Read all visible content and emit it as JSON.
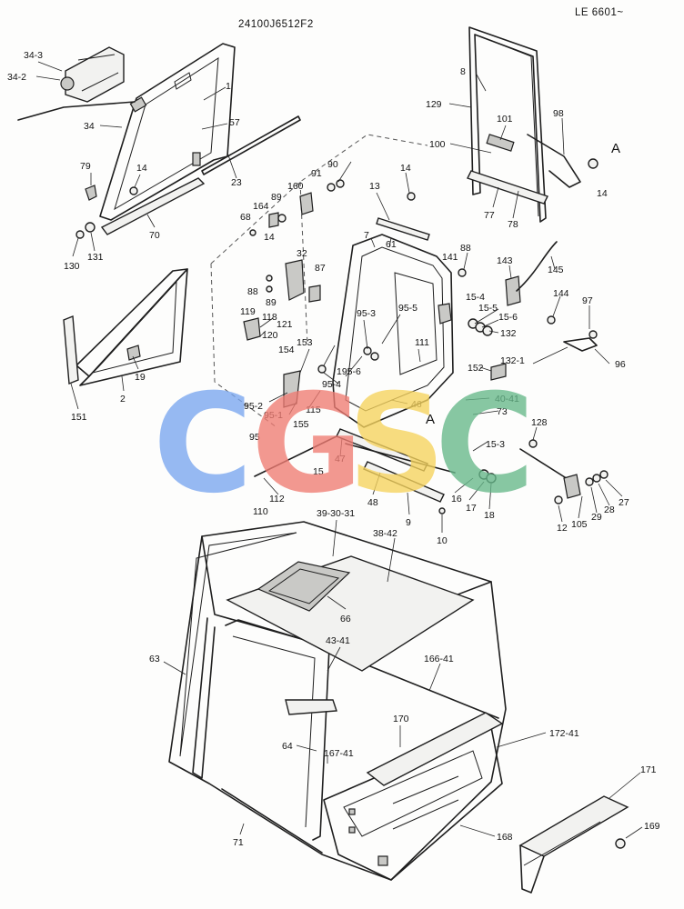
{
  "header": {
    "part_number": "24100J6512F2",
    "serial_range": "LE 6601~"
  },
  "watermark": {
    "letters": [
      "C",
      "G",
      "S",
      "C"
    ],
    "colors": [
      "#7aa7f0",
      "#f07c73",
      "#f6d35d",
      "#66b88a"
    ]
  },
  "callouts": [
    {
      "id": "34-3",
      "text": "34-3"
    },
    {
      "id": "34-2",
      "text": "34-2"
    },
    {
      "id": "34",
      "text": "34"
    },
    {
      "id": "1",
      "text": "1"
    },
    {
      "id": "57",
      "text": "57"
    },
    {
      "id": "79",
      "text": "79"
    },
    {
      "id": "14a",
      "text": "14"
    },
    {
      "id": "23",
      "text": "23"
    },
    {
      "id": "70",
      "text": "70"
    },
    {
      "id": "130",
      "text": "130"
    },
    {
      "id": "131",
      "text": "131"
    },
    {
      "id": "91",
      "text": "91"
    },
    {
      "id": "90",
      "text": "90"
    },
    {
      "id": "160",
      "text": "160"
    },
    {
      "id": "164",
      "text": "164"
    },
    {
      "id": "89a",
      "text": "89"
    },
    {
      "id": "68",
      "text": "68"
    },
    {
      "id": "14b",
      "text": "14"
    },
    {
      "id": "13",
      "text": "13"
    },
    {
      "id": "14c",
      "text": "14"
    },
    {
      "id": "7",
      "text": "7"
    },
    {
      "id": "61",
      "text": "61"
    },
    {
      "id": "32",
      "text": "32"
    },
    {
      "id": "87",
      "text": "87"
    },
    {
      "id": "88a",
      "text": "88"
    },
    {
      "id": "89b",
      "text": "89"
    },
    {
      "id": "8",
      "text": "8"
    },
    {
      "id": "129",
      "text": "129"
    },
    {
      "id": "101",
      "text": "101"
    },
    {
      "id": "98",
      "text": "98"
    },
    {
      "id": "100",
      "text": "100"
    },
    {
      "id": "A1",
      "text": "A"
    },
    {
      "id": "14d",
      "text": "14"
    },
    {
      "id": "77",
      "text": "77"
    },
    {
      "id": "78",
      "text": "78"
    },
    {
      "id": "141",
      "text": "141"
    },
    {
      "id": "88b",
      "text": "88"
    },
    {
      "id": "143",
      "text": "143"
    },
    {
      "id": "145",
      "text": "145"
    },
    {
      "id": "15-4",
      "text": "15-4"
    },
    {
      "id": "15-5",
      "text": "15-5"
    },
    {
      "id": "15-6",
      "text": "15-6"
    },
    {
      "id": "144",
      "text": "144"
    },
    {
      "id": "97",
      "text": "97"
    },
    {
      "id": "132",
      "text": "132"
    },
    {
      "id": "96",
      "text": "96"
    },
    {
      "id": "132-1",
      "text": "132-1"
    },
    {
      "id": "119",
      "text": "119"
    },
    {
      "id": "118",
      "text": "118"
    },
    {
      "id": "121",
      "text": "121"
    },
    {
      "id": "120",
      "text": "120"
    },
    {
      "id": "95-3",
      "text": "95-3"
    },
    {
      "id": "95-5",
      "text": "95-5"
    },
    {
      "id": "154",
      "text": "154"
    },
    {
      "id": "153",
      "text": "153"
    },
    {
      "id": "111",
      "text": "111"
    },
    {
      "id": "195-6",
      "text": "195-6"
    },
    {
      "id": "95-4",
      "text": "95-4"
    },
    {
      "id": "152",
      "text": "152"
    },
    {
      "id": "40-41",
      "text": "40-41"
    },
    {
      "id": "2",
      "text": "2"
    },
    {
      "id": "19",
      "text": "19"
    },
    {
      "id": "151",
      "text": "151"
    },
    {
      "id": "95-2",
      "text": "95-2"
    },
    {
      "id": "95-1",
      "text": "95-1"
    },
    {
      "id": "115",
      "text": "115"
    },
    {
      "id": "46",
      "text": "46"
    },
    {
      "id": "95",
      "text": "95"
    },
    {
      "id": "155",
      "text": "155"
    },
    {
      "id": "A2",
      "text": "A"
    },
    {
      "id": "73",
      "text": "73"
    },
    {
      "id": "128",
      "text": "128"
    },
    {
      "id": "15-3",
      "text": "15-3"
    },
    {
      "id": "15",
      "text": "15"
    },
    {
      "id": "47",
      "text": "47"
    },
    {
      "id": "112",
      "text": "112"
    },
    {
      "id": "110",
      "text": "110"
    },
    {
      "id": "48",
      "text": "48"
    },
    {
      "id": "9",
      "text": "9"
    },
    {
      "id": "16",
      "text": "16"
    },
    {
      "id": "17",
      "text": "17"
    },
    {
      "id": "18",
      "text": "18"
    },
    {
      "id": "10",
      "text": "10"
    },
    {
      "id": "105",
      "text": "105"
    },
    {
      "id": "29",
      "text": "29"
    },
    {
      "id": "28",
      "text": "28"
    },
    {
      "id": "27",
      "text": "27"
    },
    {
      "id": "12",
      "text": "12"
    },
    {
      "id": "39-30-31",
      "text": "39-30-31"
    },
    {
      "id": "38-42",
      "text": "38-42"
    },
    {
      "id": "66",
      "text": "66"
    },
    {
      "id": "63",
      "text": "63"
    },
    {
      "id": "43-41",
      "text": "43-41"
    },
    {
      "id": "166-41",
      "text": "166-41"
    },
    {
      "id": "170",
      "text": "170"
    },
    {
      "id": "172-41",
      "text": "172-41"
    },
    {
      "id": "64",
      "text": "64"
    },
    {
      "id": "167-41",
      "text": "167-41"
    },
    {
      "id": "171",
      "text": "171"
    },
    {
      "id": "168",
      "text": "168"
    },
    {
      "id": "169",
      "text": "169"
    },
    {
      "id": "71",
      "text": "71"
    }
  ]
}
